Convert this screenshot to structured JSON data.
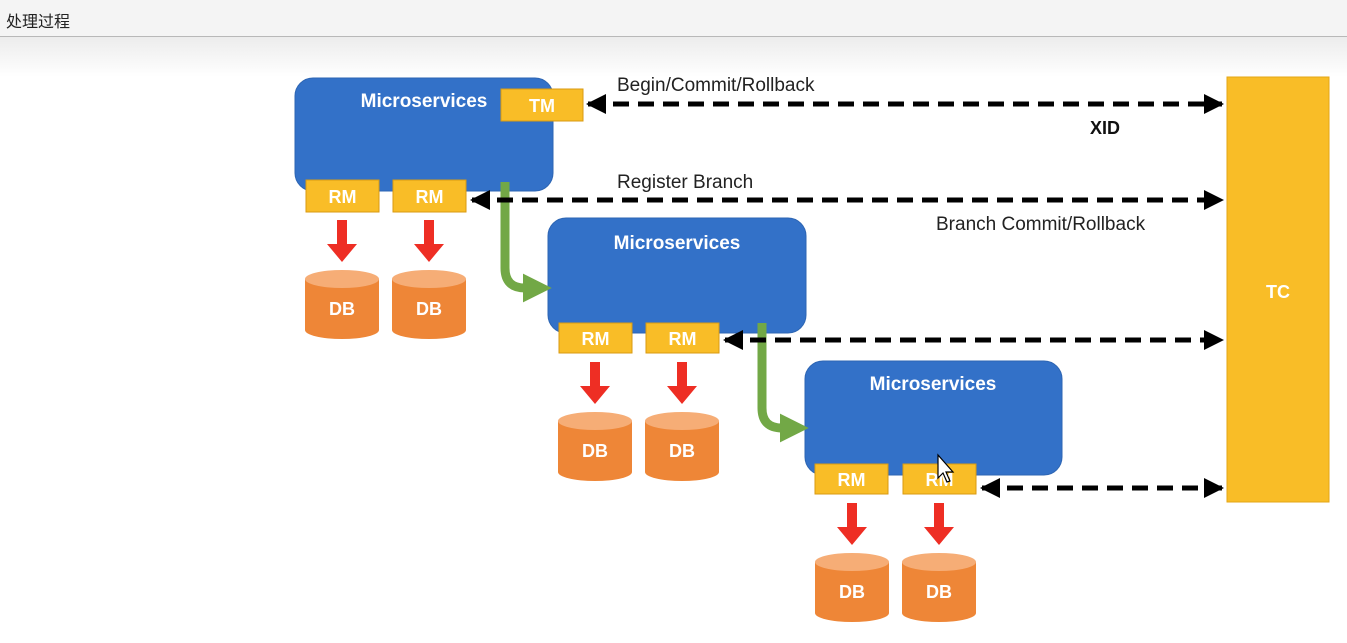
{
  "window": {
    "title": "处理过程"
  },
  "diagram": {
    "microservice_label": "Microservices",
    "tm_label": "TM",
    "rm_label": "RM",
    "db_label": "DB",
    "tc_label": "TC",
    "edge_labels": {
      "begin_commit_rollback": "Begin/Commit/Rollback",
      "xid": "XID",
      "register_branch": "Register Branch",
      "branch_commit_rollback": "Branch Commit/Rollback"
    },
    "colors": {
      "microservice": "#3371c8",
      "component": "#f9bd27",
      "db": "#ee8637",
      "down_arrow": "#ee2e24",
      "call_arrow": "#72a846",
      "message_arrow": "#000000"
    }
  }
}
